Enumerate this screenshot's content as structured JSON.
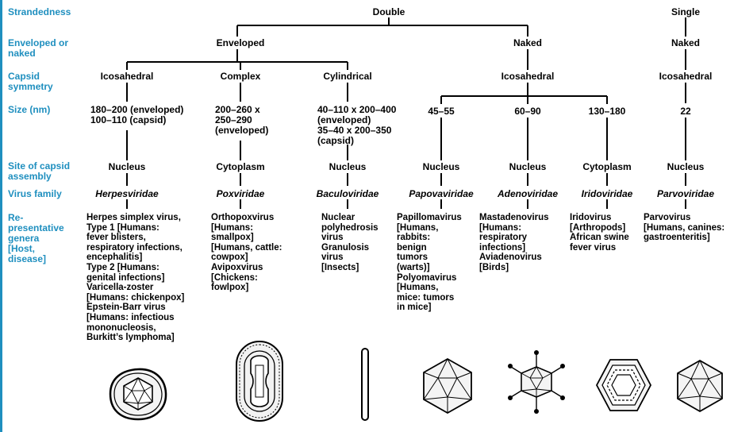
{
  "row_labels": {
    "strandedness": "Strandedness",
    "enveloped": "Enveloped or\nnaked",
    "capsid": "Capsid\nsymmetry",
    "size": "Size (nm)",
    "site": "Site of capsid\nassembly",
    "family": "Virus family",
    "genera": "Re-\npresentative\ngenera\n[Host,\ndisease]"
  },
  "top": {
    "double": "Double",
    "single": "Single",
    "enveloped": "Enveloped",
    "naked": "Naked",
    "single_naked": "Naked"
  },
  "columns": [
    {
      "symmetry": "Icosahedral",
      "size": "180–200 (enveloped)\n100–110 (capsid)",
      "site": "Nucleus",
      "family": "Herpesviridae",
      "genera": "Herpes simplex virus,\n  Type 1 [Humans:\n  fever blisters,\n  respiratory infections,\n  encephalitis]\n  Type 2 [Humans:\n  genital infections]\nVaricella-zoster\n  [Humans: chickenpox]\nEpstein-Barr virus\n  [Humans: infectious\n  mononucleosis,\n  Burkitt’s lymphoma]",
      "icon": "enveloped-icosahedral-virion-icon"
    },
    {
      "symmetry": "Complex",
      "size": "200–260 x\n250–290\n(enveloped)",
      "site": "Cytoplasm",
      "family": "Poxviridae",
      "genera": "Orthopoxvirus\n  [Humans:\n  smallpox]\n  [Humans, cattle:\n  cowpox]\nAvipoxvirus\n  [Chickens:\n  fowlpox]",
      "icon": "poxvirus-virion-icon"
    },
    {
      "symmetry": "Cylindrical",
      "size": "40–110 x 200–400\n(enveloped)\n35–40 x 200–350\n(capsid)",
      "site": "Nucleus",
      "family": "Baculoviridae",
      "genera": "Nuclear\n  polyhedrosis\n  virus\nGranulosis\n  virus\n  [Insects]",
      "icon": "rod-virion-icon"
    },
    {
      "symmetry": "",
      "size": "45–55",
      "site": "Nucleus",
      "family": "Papovaviridae",
      "genera": "Papillomavirus\n  [Humans,\n  rabbits:\n  benign\n  tumors\n  (warts)]\nPolyomavirus\n  [Humans,\n  mice: tumors\n  in mice]",
      "icon": "icosahedral-virion-icon"
    },
    {
      "symmetry": "",
      "size": "60–90",
      "site": "Nucleus",
      "family": "Adenoviridae",
      "genera": "Mastadenovirus\n  [Humans:\n  respiratory\n  infections]\nAviadenovirus\n  [Birds]",
      "icon": "adenovirus-virion-icon"
    },
    {
      "symmetry": "",
      "size": "130–180",
      "site": "Cytoplasm",
      "family": "Iridoviridae",
      "genera": "Iridovirus\n  [Arthropods]\nAfrican swine\n  fever virus",
      "icon": "hexagonal-virion-icon"
    },
    {
      "symmetry": "Icosahedral",
      "size": "22",
      "site": "Nucleus",
      "family": "Parvoviridae",
      "genera": "Parvovirus\n  [Humans, canines:\n  gastroenteritis]",
      "icon": "small-icosahedral-virion-icon"
    }
  ],
  "naked_symmetry": "Icosahedral"
}
